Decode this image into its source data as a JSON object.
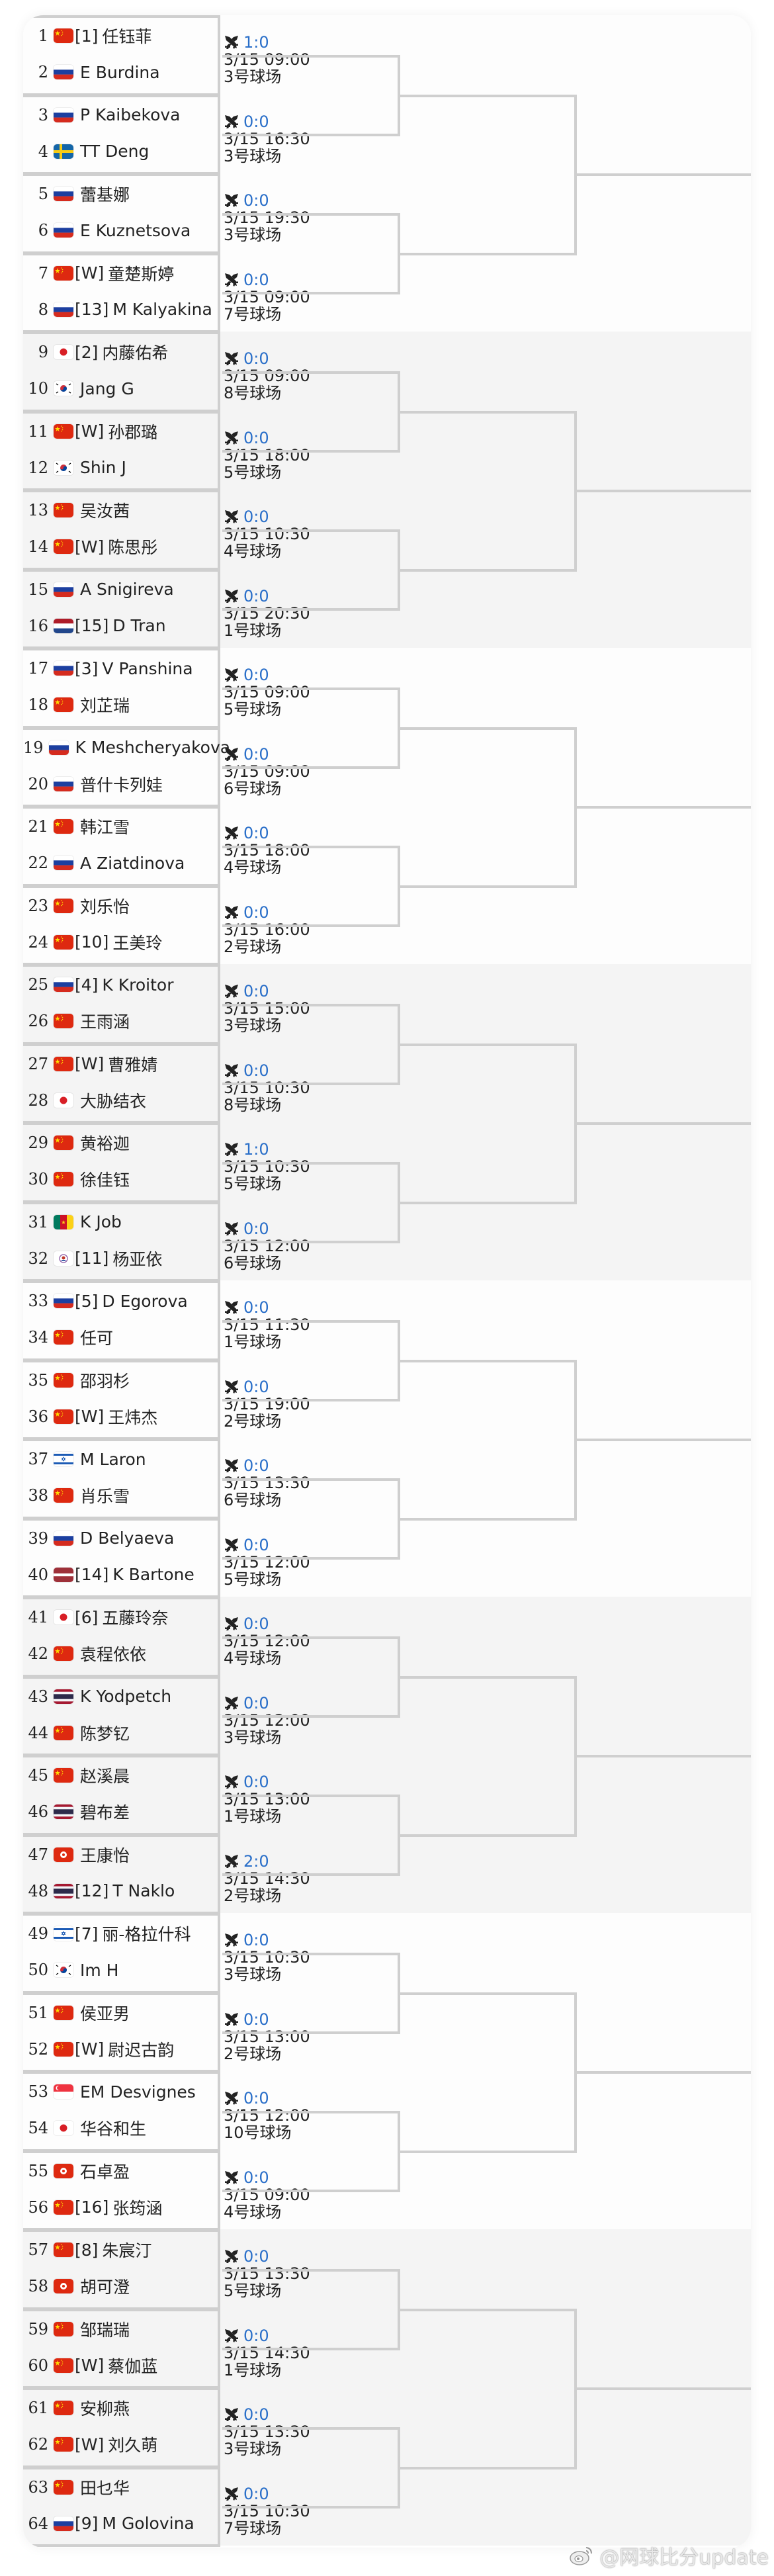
{
  "colors": {
    "score_blue": "#2a6fc9",
    "line_gray": "#cfcfcf",
    "band_light": "#fdfdfd",
    "band_gray": "#f4f4f4"
  },
  "icons": {
    "match_icon": "crossed-swords-icon"
  },
  "players": [
    {
      "num": "1",
      "flag": "CHN",
      "seed": "[1]",
      "name": "任钰菲"
    },
    {
      "num": "2",
      "flag": "RUS",
      "seed": "",
      "name": "E Burdina"
    },
    {
      "num": "3",
      "flag": "RUS",
      "seed": "",
      "name": "P Kaibekova"
    },
    {
      "num": "4",
      "flag": "SWE",
      "seed": "",
      "name": "TT Deng"
    },
    {
      "num": "5",
      "flag": "RUS",
      "seed": "",
      "name": "蕾基娜"
    },
    {
      "num": "6",
      "flag": "RUS",
      "seed": "",
      "name": "E Kuznetsova"
    },
    {
      "num": "7",
      "flag": "CHN",
      "seed": "[W]",
      "name": "童楚斯婷"
    },
    {
      "num": "8",
      "flag": "RUS",
      "seed": "[13]",
      "name": "M Kalyakina"
    },
    {
      "num": "9",
      "flag": "JPN",
      "seed": "[2]",
      "name": "内藤佑希"
    },
    {
      "num": "10",
      "flag": "KOR",
      "seed": "",
      "name": "Jang G"
    },
    {
      "num": "11",
      "flag": "CHN",
      "seed": "[W]",
      "name": "孙郡璐"
    },
    {
      "num": "12",
      "flag": "KOR",
      "seed": "",
      "name": "Shin J"
    },
    {
      "num": "13",
      "flag": "CHN",
      "seed": "",
      "name": "吴汝茜"
    },
    {
      "num": "14",
      "flag": "CHN",
      "seed": "[W]",
      "name": "陈思彤"
    },
    {
      "num": "15",
      "flag": "RUS",
      "seed": "",
      "name": "A Snigireva"
    },
    {
      "num": "16",
      "flag": "NED",
      "seed": "[15]",
      "name": "D Tran"
    },
    {
      "num": "17",
      "flag": "RUS",
      "seed": "[3]",
      "name": "V Panshina"
    },
    {
      "num": "18",
      "flag": "CHN",
      "seed": "",
      "name": "刘芷瑞"
    },
    {
      "num": "19",
      "flag": "RUS",
      "seed": "",
      "name": "K Meshcheryakova"
    },
    {
      "num": "20",
      "flag": "RUS",
      "seed": "",
      "name": "普什卡列娃"
    },
    {
      "num": "21",
      "flag": "CHN",
      "seed": "",
      "name": "韩江雪"
    },
    {
      "num": "22",
      "flag": "RUS",
      "seed": "",
      "name": "A Ziatdinova"
    },
    {
      "num": "23",
      "flag": "CHN",
      "seed": "",
      "name": "刘乐怡"
    },
    {
      "num": "24",
      "flag": "CHN",
      "seed": "[10]",
      "name": "王美玲"
    },
    {
      "num": "25",
      "flag": "RUS",
      "seed": "[4]",
      "name": "K Kroitor"
    },
    {
      "num": "26",
      "flag": "CHN",
      "seed": "",
      "name": "王雨涵"
    },
    {
      "num": "27",
      "flag": "CHN",
      "seed": "[W]",
      "name": "曹雅婧"
    },
    {
      "num": "28",
      "flag": "JPN",
      "seed": "",
      "name": "大胁结衣"
    },
    {
      "num": "29",
      "flag": "CHN",
      "seed": "",
      "name": "黄裕迦"
    },
    {
      "num": "30",
      "flag": "CHN",
      "seed": "",
      "name": "徐佳钰"
    },
    {
      "num": "31",
      "flag": "CMR",
      "seed": "",
      "name": "K Job"
    },
    {
      "num": "32",
      "flag": "TPE",
      "seed": "[11]",
      "name": "杨亚依"
    },
    {
      "num": "33",
      "flag": "RUS",
      "seed": "[5]",
      "name": "D Egorova"
    },
    {
      "num": "34",
      "flag": "CHN",
      "seed": "",
      "name": "任可"
    },
    {
      "num": "35",
      "flag": "CHN",
      "seed": "",
      "name": "邵羽杉"
    },
    {
      "num": "36",
      "flag": "CHN",
      "seed": "[W]",
      "name": "王炜杰"
    },
    {
      "num": "37",
      "flag": "ISR",
      "seed": "",
      "name": "M Laron"
    },
    {
      "num": "38",
      "flag": "CHN",
      "seed": "",
      "name": "肖乐雪"
    },
    {
      "num": "39",
      "flag": "RUS",
      "seed": "",
      "name": "D Belyaeva"
    },
    {
      "num": "40",
      "flag": "LAT",
      "seed": "[14]",
      "name": "K Bartone"
    },
    {
      "num": "41",
      "flag": "JPN",
      "seed": "[6]",
      "name": "五藤玲奈"
    },
    {
      "num": "42",
      "flag": "CHN",
      "seed": "",
      "name": "袁程依依"
    },
    {
      "num": "43",
      "flag": "THA",
      "seed": "",
      "name": "K Yodpetch"
    },
    {
      "num": "44",
      "flag": "CHN",
      "seed": "",
      "name": "陈梦钇"
    },
    {
      "num": "45",
      "flag": "CHN",
      "seed": "",
      "name": "赵溪晨"
    },
    {
      "num": "46",
      "flag": "THA",
      "seed": "",
      "name": "碧布差"
    },
    {
      "num": "47",
      "flag": "HKG",
      "seed": "",
      "name": "王康怡"
    },
    {
      "num": "48",
      "flag": "THA",
      "seed": "[12]",
      "name": "T Naklo"
    },
    {
      "num": "49",
      "flag": "ISR",
      "seed": "[7]",
      "name": "丽-格拉什科"
    },
    {
      "num": "50",
      "flag": "KOR",
      "seed": "",
      "name": "Im H"
    },
    {
      "num": "51",
      "flag": "CHN",
      "seed": "",
      "name": "侯亚男"
    },
    {
      "num": "52",
      "flag": "CHN",
      "seed": "[W]",
      "name": "尉迟古韵"
    },
    {
      "num": "53",
      "flag": "SGP",
      "seed": "",
      "name": "EM Desvignes"
    },
    {
      "num": "54",
      "flag": "JPN",
      "seed": "",
      "name": "华谷和生"
    },
    {
      "num": "55",
      "flag": "HKG",
      "seed": "",
      "name": "石卓盈"
    },
    {
      "num": "56",
      "flag": "CHN",
      "seed": "[16]",
      "name": "张筠涵"
    },
    {
      "num": "57",
      "flag": "CHN",
      "seed": "[8]",
      "name": "朱宸汀"
    },
    {
      "num": "58",
      "flag": "HKG",
      "seed": "",
      "name": "胡可澄"
    },
    {
      "num": "59",
      "flag": "CHN",
      "seed": "",
      "name": "邹瑞瑞"
    },
    {
      "num": "60",
      "flag": "CHN",
      "seed": "[W]",
      "name": "蔡伽蓝"
    },
    {
      "num": "61",
      "flag": "CHN",
      "seed": "",
      "name": "安柳燕"
    },
    {
      "num": "62",
      "flag": "CHN",
      "seed": "[W]",
      "name": "刘久萌"
    },
    {
      "num": "63",
      "flag": "CHN",
      "seed": "",
      "name": "田乜华"
    },
    {
      "num": "64",
      "flag": "RUS",
      "seed": "[9]",
      "name": "M Golovina"
    }
  ],
  "matches": [
    {
      "score": "1:0",
      "date": "3/15 09:00",
      "court": "3号球场"
    },
    {
      "score": "0:0",
      "date": "3/15 16:30",
      "court": "3号球场"
    },
    {
      "score": "0:0",
      "date": "3/15 19:30",
      "court": "3号球场"
    },
    {
      "score": "0:0",
      "date": "3/15 09:00",
      "court": "7号球场"
    },
    {
      "score": "0:0",
      "date": "3/15 09:00",
      "court": "8号球场"
    },
    {
      "score": "0:0",
      "date": "3/15 18:00",
      "court": "5号球场"
    },
    {
      "score": "0:0",
      "date": "3/15 10:30",
      "court": "4号球场"
    },
    {
      "score": "0:0",
      "date": "3/15 20:30",
      "court": "1号球场"
    },
    {
      "score": "0:0",
      "date": "3/15 09:00",
      "court": "5号球场"
    },
    {
      "score": "0:0",
      "date": "3/15 09:00",
      "court": "6号球场"
    },
    {
      "score": "0:0",
      "date": "3/15 18:00",
      "court": "4号球场"
    },
    {
      "score": "0:0",
      "date": "3/15 16:00",
      "court": "2号球场"
    },
    {
      "score": "0:0",
      "date": "3/15 15:00",
      "court": "3号球场"
    },
    {
      "score": "0:0",
      "date": "3/15 10:30",
      "court": "8号球场"
    },
    {
      "score": "1:0",
      "date": "3/15 10:30",
      "court": "5号球场"
    },
    {
      "score": "0:0",
      "date": "3/15 12:00",
      "court": "6号球场"
    },
    {
      "score": "0:0",
      "date": "3/15 11:30",
      "court": "1号球场"
    },
    {
      "score": "0:0",
      "date": "3/15 19:00",
      "court": "2号球场"
    },
    {
      "score": "0:0",
      "date": "3/15 13:30",
      "court": "6号球场"
    },
    {
      "score": "0:0",
      "date": "3/15 12:00",
      "court": "5号球场"
    },
    {
      "score": "0:0",
      "date": "3/15 12:00",
      "court": "4号球场"
    },
    {
      "score": "0:0",
      "date": "3/15 12:00",
      "court": "3号球场"
    },
    {
      "score": "0:0",
      "date": "3/15 13:00",
      "court": "1号球场"
    },
    {
      "score": "2:0",
      "date": "3/15 14:30",
      "court": "2号球场"
    },
    {
      "score": "0:0",
      "date": "3/15 10:30",
      "court": "3号球场"
    },
    {
      "score": "0:0",
      "date": "3/15 13:00",
      "court": "2号球场"
    },
    {
      "score": "0:0",
      "date": "3/15 12:00",
      "court": "10号球场"
    },
    {
      "score": "0:0",
      "date": "3/15 09:00",
      "court": "4号球场"
    },
    {
      "score": "0:0",
      "date": "3/15 13:30",
      "court": "5号球场"
    },
    {
      "score": "0:0",
      "date": "3/15 14:30",
      "court": "1号球场"
    },
    {
      "score": "0:0",
      "date": "3/15 13:30",
      "court": "3号球场"
    },
    {
      "score": "0:0",
      "date": "3/15 10:30",
      "court": "7号球场"
    }
  ],
  "watermark": {
    "text": "@网球比分update",
    "icon": "weibo-icon"
  }
}
